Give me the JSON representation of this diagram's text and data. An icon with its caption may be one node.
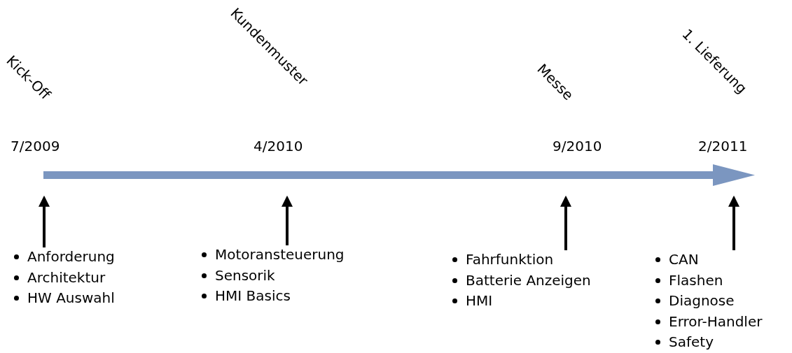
{
  "diagram": {
    "nodes": [
      {
        "text": [
          "Anforderung",
          "Architektur",
          "HW Auswahl"
        ]
      },
      {
        "text": [
          "Motoransteuerung",
          "Sensorik",
          "HMI Basics"
        ]
      },
      {
        "text": [
          "Fahrfunktion",
          "Batterie Anzeigen",
          "HMI"
        ]
      },
      {
        "text": [
          "CAN",
          "Flashen",
          "Diagnose",
          "Error-Handler",
          "Safety"
        ]
      }
    ],
    "edges": [
      {
        "from": 0,
        "to": null,
        "arrow": "to"
      },
      {
        "from": 1,
        "to": null,
        "arrow": "to"
      },
      {
        "from": 2,
        "to": null,
        "arrow": "to"
      },
      {
        "from": 3,
        "to": null,
        "arrow": "to"
      }
    ],
    "labels": [
      "Kick-Off",
      "Kundenmuster",
      "Messe",
      "1. Lieferung",
      "7/2009",
      "4/2010",
      "9/2010",
      "2/2011"
    ]
  }
}
